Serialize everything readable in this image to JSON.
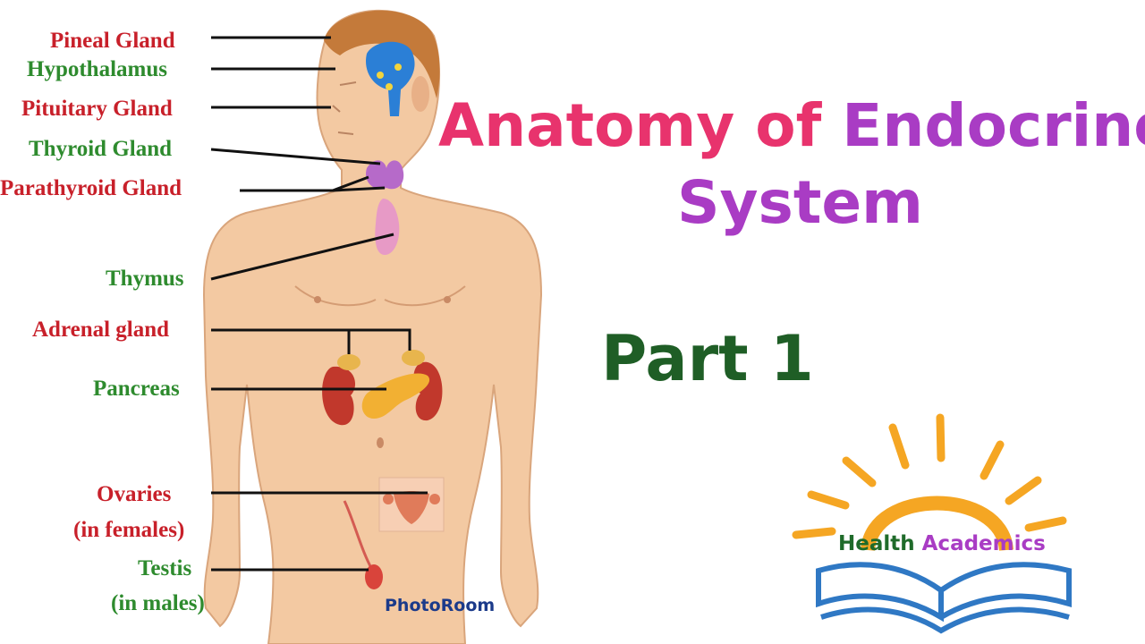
{
  "labels": {
    "pineal": "Pineal Gland",
    "hypothalamus": "Hypothalamus",
    "pituitary": "Pituitary Gland",
    "thyroid": "Thyroid Gland",
    "parathyroid": "Parathyroid Gland",
    "thymus": "Thymus",
    "adrenal": "Adrenal gland",
    "pancreas": "Pancreas",
    "ovaries": "Ovaries",
    "ovaries_note": "(in females)",
    "testis": "Testis",
    "testis_note": "(in males)"
  },
  "title": {
    "part1": "Anatomy of",
    "part2": " Endocrine",
    "line2": "System"
  },
  "subtitle": "Part 1",
  "watermark": "PhotoRoom",
  "logo": {
    "word1": "Health",
    "word2": " Academics"
  },
  "colors": {
    "label_red": "#c8202a",
    "label_green": "#2e8b2e",
    "title_pink": "#e8336d",
    "title_purple": "#a93cc4",
    "subtitle_green": "#1f5e26",
    "logo_orange": "#f5a623",
    "logo_blue": "#2f78c4"
  }
}
